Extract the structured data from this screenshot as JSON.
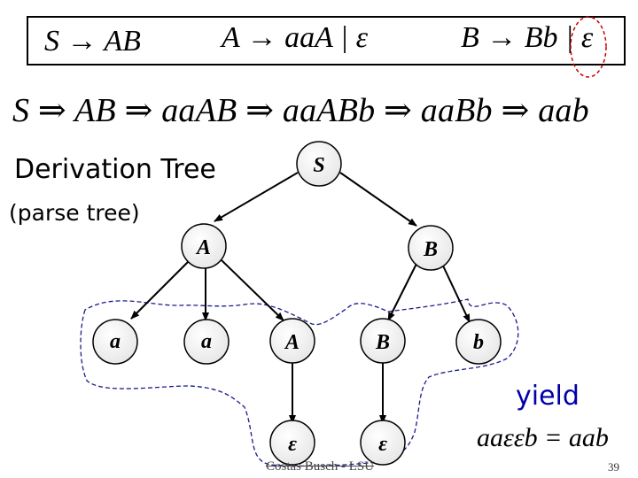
{
  "grammar": {
    "rule_s": "S → AB",
    "rule_a": "A → aaA | ε",
    "rule_b_prefix": "B → Bb | ",
    "rule_b_eps": "ε"
  },
  "derivation": "S ⇒ AB ⇒ aaAB ⇒ aaABb ⇒ aaBb ⇒ aab",
  "title": "Derivation Tree",
  "subtitle": "(parse tree)",
  "yield": {
    "label": "yield",
    "equation": "aaεεb = aab"
  },
  "tree": {
    "root": "S",
    "level1": [
      "A",
      "B"
    ],
    "level2": [
      "a",
      "a",
      "A",
      "B",
      "b"
    ],
    "level3": [
      "ε",
      "ε"
    ]
  },
  "footer": "Costas Busch - LSU",
  "page_number": "39",
  "colors": {
    "yield_outline": "#1a1a8c",
    "eps_outline": "#cc0000",
    "yield_text": "#0000aa"
  }
}
